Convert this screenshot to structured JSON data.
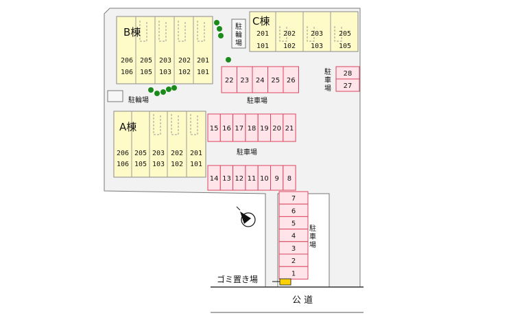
{
  "buildings": {
    "A": {
      "label": "A棟",
      "units_top": [
        "206",
        "205",
        "203",
        "202",
        "201"
      ],
      "units_bottom": [
        "106",
        "105",
        "103",
        "102",
        "101"
      ]
    },
    "B": {
      "label": "B棟",
      "units_top": [
        "206",
        "205",
        "203",
        "202",
        "201"
      ],
      "units_bottom": [
        "106",
        "105",
        "103",
        "102",
        "101"
      ]
    },
    "C": {
      "label": "C棟",
      "units_top": [
        "201",
        "202",
        "203",
        "205"
      ],
      "units_bottom": [
        "101",
        "102",
        "103",
        "105"
      ]
    }
  },
  "parking": {
    "row_22_26": [
      "22",
      "23",
      "24",
      "25",
      "26"
    ],
    "row_15_21": [
      "15",
      "16",
      "17",
      "18",
      "19",
      "20",
      "21"
    ],
    "row_14_8": [
      "14",
      "13",
      "12",
      "11",
      "10",
      "9",
      "8"
    ],
    "col_7_1": [
      "7",
      "6",
      "5",
      "4",
      "3",
      "2",
      "1"
    ],
    "col_28_27": [
      "28",
      "27"
    ]
  },
  "labels": {
    "bicycle_parking": "駐輪場",
    "parking_lot": "駐車場",
    "garbage": "ゴミ置き場",
    "public_road": "公 道"
  },
  "colors": {
    "building_fill": "#fffbc8",
    "parking_fill": "#ffe4ea",
    "parking_stroke": "#d8455e",
    "lot_fill": "#f2f2f2",
    "tree": "#1a8a1a",
    "garbage_fill": "#ffd000"
  }
}
